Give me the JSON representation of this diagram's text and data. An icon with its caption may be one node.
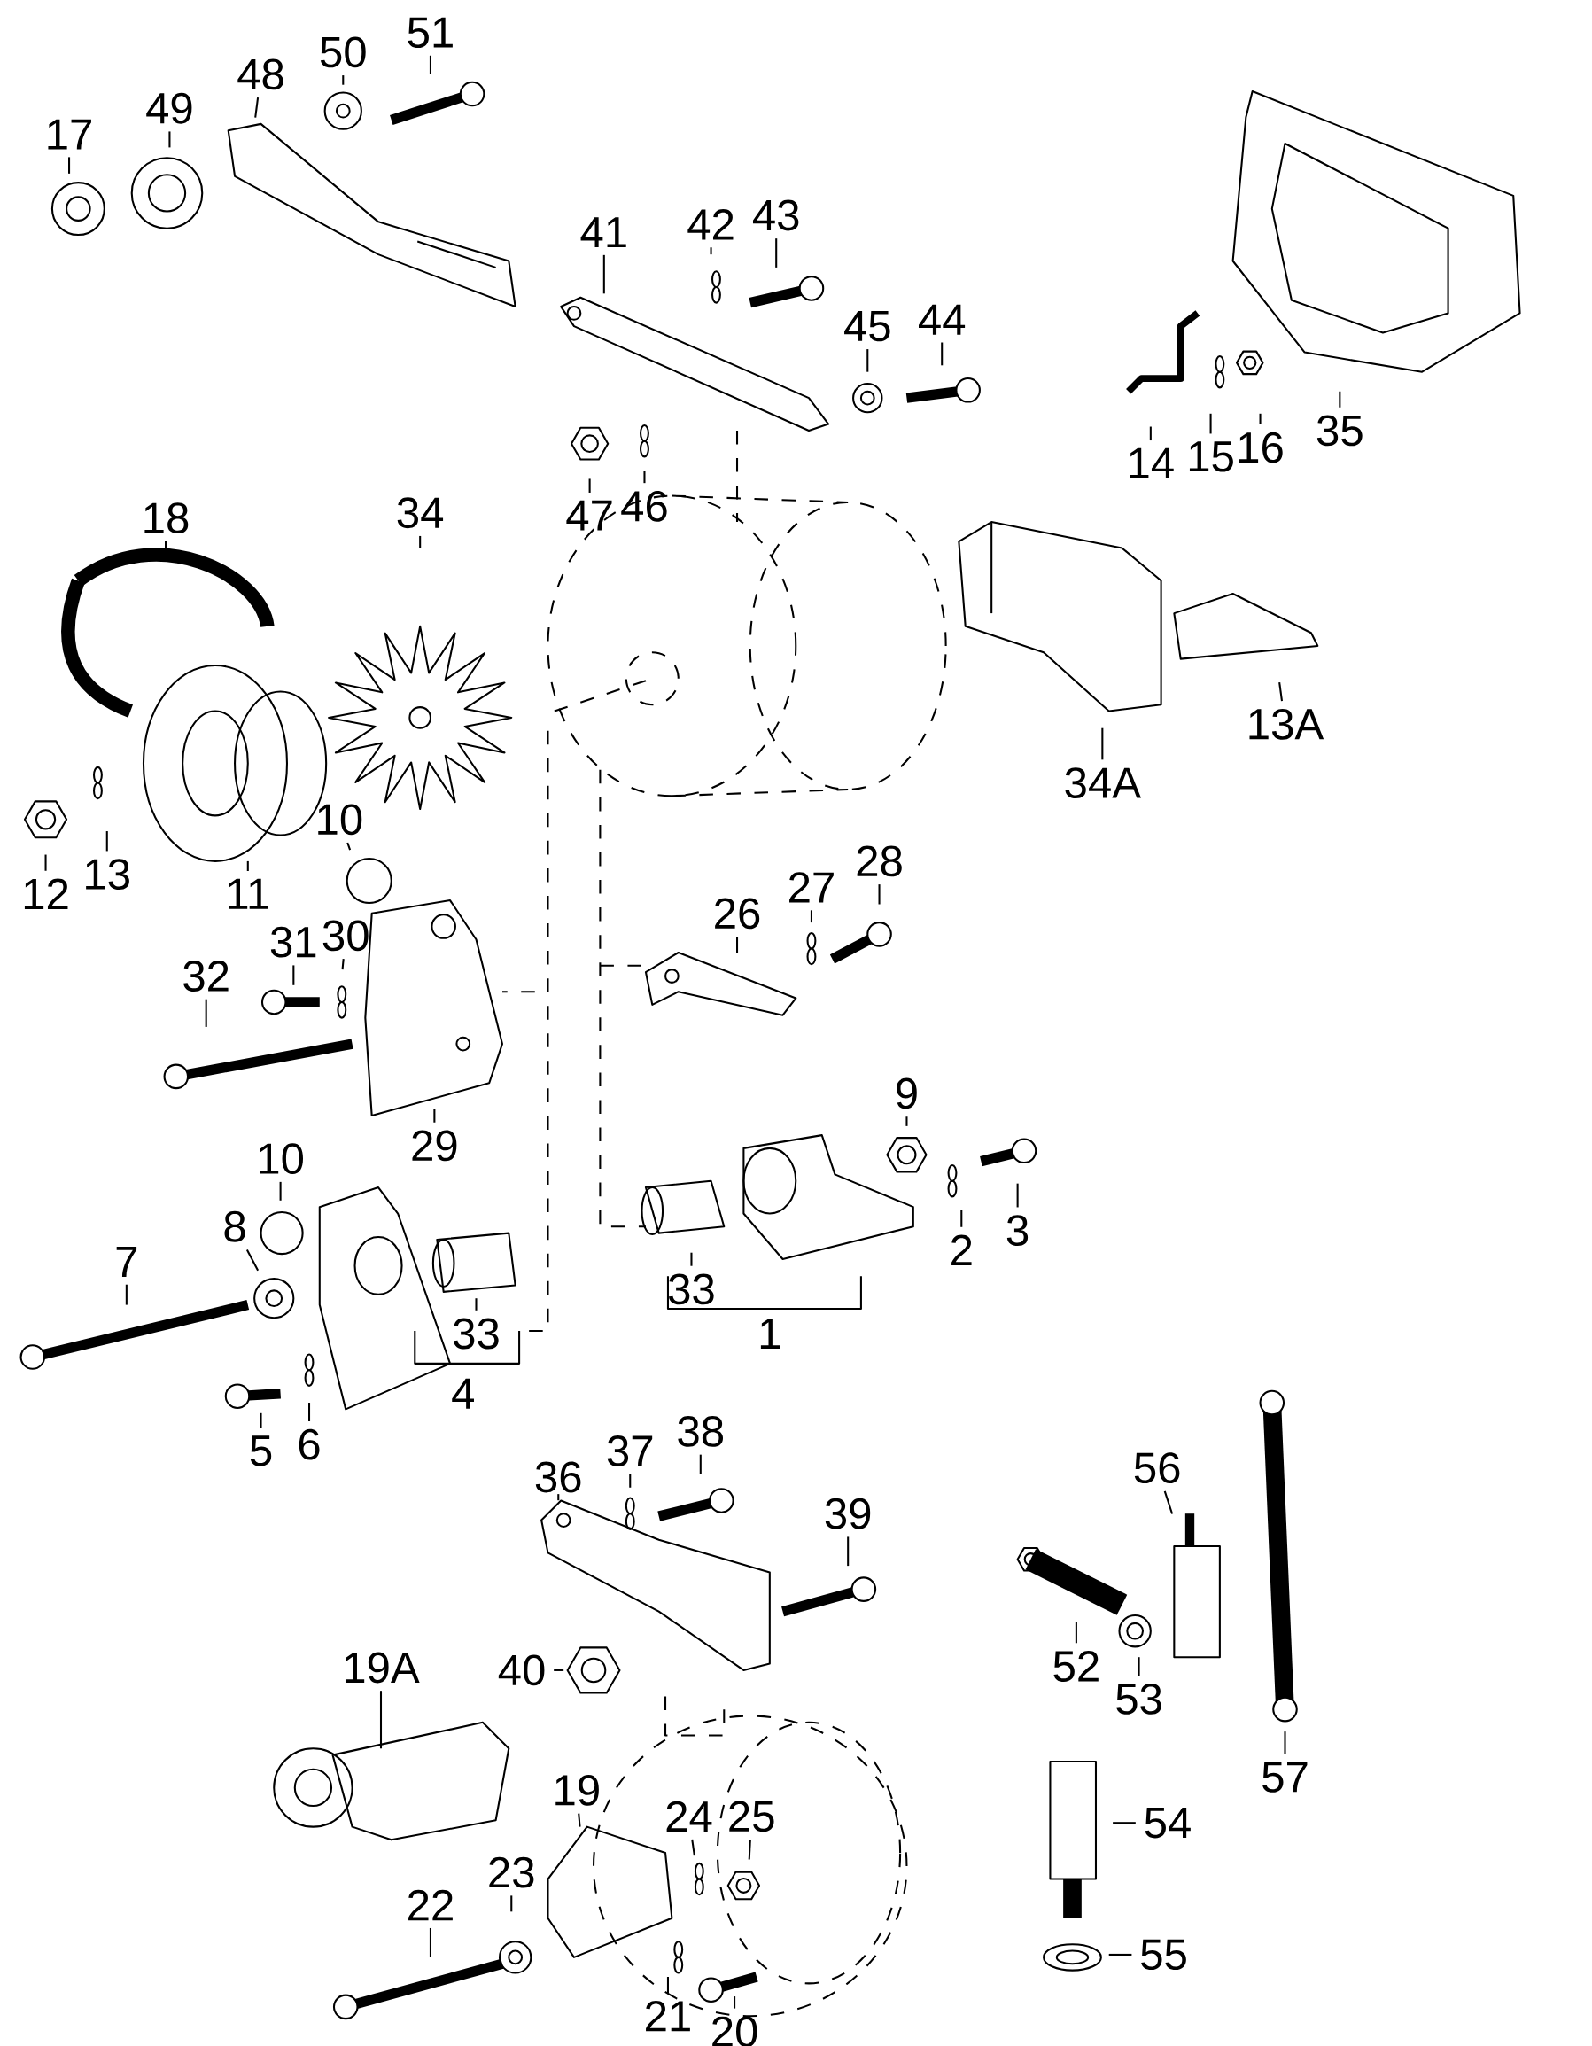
{
  "diagram": {
    "nodes": [
      {
        "text": [
          "17"
        ]
      },
      {
        "text": [
          "49"
        ]
      },
      {
        "text": [
          "48"
        ]
      },
      {
        "text": [
          "50"
        ]
      },
      {
        "text": [
          "51"
        ]
      },
      {
        "text": [
          "41"
        ]
      },
      {
        "text": [
          "42"
        ]
      },
      {
        "text": [
          "43"
        ]
      },
      {
        "text": [
          "45"
        ]
      },
      {
        "text": [
          "44"
        ]
      },
      {
        "text": [
          "35"
        ]
      },
      {
        "text": [
          "14"
        ]
      },
      {
        "text": [
          "15"
        ]
      },
      {
        "text": [
          "16"
        ]
      },
      {
        "text": [
          "47"
        ]
      },
      {
        "text": [
          "46"
        ]
      },
      {
        "text": [
          "18"
        ]
      },
      {
        "text": [
          "34"
        ]
      },
      {
        "text": [
          "34A"
        ]
      },
      {
        "text": [
          "13A"
        ]
      },
      {
        "text": [
          "12"
        ]
      },
      {
        "text": [
          "13"
        ]
      },
      {
        "text": [
          "11"
        ]
      },
      {
        "text": [
          "10"
        ]
      },
      {
        "text": [
          "28"
        ]
      },
      {
        "text": [
          "27"
        ]
      },
      {
        "text": [
          "26"
        ]
      },
      {
        "text": [
          "31"
        ]
      },
      {
        "text": [
          "30"
        ]
      },
      {
        "text": [
          "32"
        ]
      },
      {
        "text": [
          "29"
        ]
      },
      {
        "text": [
          "10"
        ]
      },
      {
        "text": [
          "9"
        ]
      },
      {
        "text": [
          "8"
        ]
      },
      {
        "text": [
          "7"
        ]
      },
      {
        "text": [
          "2"
        ]
      },
      {
        "text": [
          "3"
        ]
      },
      {
        "text": [
          "33"
        ]
      },
      {
        "text": [
          "33"
        ]
      },
      {
        "text": [
          "5"
        ]
      },
      {
        "text": [
          "6"
        ]
      },
      {
        "text": [
          "36"
        ]
      },
      {
        "text": [
          "37"
        ]
      },
      {
        "text": [
          "38"
        ]
      },
      {
        "text": [
          "39"
        ]
      },
      {
        "text": [
          "56"
        ]
      },
      {
        "text": [
          "52"
        ]
      },
      {
        "text": [
          "53"
        ]
      },
      {
        "text": [
          "57"
        ]
      },
      {
        "text": [
          "40"
        ]
      },
      {
        "text": [
          "19A"
        ]
      },
      {
        "text": [
          "54"
        ]
      },
      {
        "text": [
          "19"
        ]
      },
      {
        "text": [
          "24"
        ]
      },
      {
        "text": [
          "25"
        ]
      },
      {
        "text": [
          "22"
        ]
      },
      {
        "text": [
          "23"
        ]
      },
      {
        "text": [
          "55"
        ]
      },
      {
        "text": [
          "21"
        ]
      },
      {
        "text": [
          "20"
        ]
      }
    ],
    "edges": [
      {
        "from": 0,
        "to": null,
        "arrow": "none"
      },
      {
        "from": 1,
        "to": null,
        "arrow": "none"
      },
      {
        "from": 2,
        "to": null,
        "arrow": "none"
      },
      {
        "from": 3,
        "to": null,
        "arrow": "none"
      },
      {
        "from": 4,
        "to": null,
        "arrow": "none"
      },
      {
        "from": 5,
        "to": null,
        "arrow": "none"
      },
      {
        "from": 6,
        "to": null,
        "arrow": "none"
      },
      {
        "from": 7,
        "to": null,
        "arrow": "none"
      },
      {
        "from": 8,
        "to": null,
        "arrow": "none"
      },
      {
        "from": 9,
        "to": null,
        "arrow": "none"
      },
      {
        "from": 10,
        "to": null,
        "arrow": "none"
      },
      {
        "from": 11,
        "to": null,
        "arrow": "none"
      },
      {
        "from": 12,
        "to": null,
        "arrow": "none"
      },
      {
        "from": 13,
        "to": null,
        "arrow": "none"
      },
      {
        "from": 14,
        "to": null,
        "arrow": "none"
      },
      {
        "from": 15,
        "to": null,
        "arrow": "none"
      },
      {
        "from": 16,
        "to": null,
        "arrow": "none"
      },
      {
        "from": 17,
        "to": null,
        "arrow": "none"
      },
      {
        "from": 18,
        "to": null,
        "arrow": "none"
      },
      {
        "from": 19,
        "to": null,
        "arrow": "none"
      },
      {
        "from": 20,
        "to": null,
        "arrow": "none"
      },
      {
        "from": 21,
        "to": null,
        "arrow": "none"
      },
      {
        "from": 22,
        "to": null,
        "arrow": "none"
      },
      {
        "from": 23,
        "to": null,
        "arrow": "none"
      },
      {
        "from": 24,
        "to": null,
        "arrow": "none"
      },
      {
        "from": 25,
        "to": null,
        "arrow": "none"
      },
      {
        "from": 26,
        "to": null,
        "arrow": "none"
      },
      {
        "from": 27,
        "to": null,
        "arrow": "none"
      },
      {
        "from": 28,
        "to": null,
        "arrow": "none"
      },
      {
        "from": 29,
        "to": null,
        "arrow": "none"
      },
      {
        "from": 30,
        "to": null,
        "arrow": "none"
      },
      {
        "from": 31,
        "to": null,
        "arrow": "none"
      },
      {
        "from": 32,
        "to": null,
        "arrow": "none"
      },
      {
        "from": 33,
        "to": null,
        "arrow": "none"
      },
      {
        "from": 34,
        "to": null,
        "arrow": "none"
      },
      {
        "from": 35,
        "to": null,
        "arrow": "none"
      },
      {
        "from": 36,
        "to": null,
        "arrow": "none"
      },
      {
        "from": 37,
        "to": null,
        "arrow": "none"
      },
      {
        "from": 38,
        "to": null,
        "arrow": "none"
      },
      {
        "from": 39,
        "to": null,
        "arrow": "none"
      },
      {
        "from": 40,
        "to": null,
        "arrow": "none"
      },
      {
        "from": 41,
        "to": null,
        "arrow": "none"
      },
      {
        "from": 42,
        "to": null,
        "arrow": "none"
      },
      {
        "from": 43,
        "to": null,
        "arrow": "none"
      },
      {
        "from": 44,
        "to": null,
        "arrow": "none"
      },
      {
        "from": 45,
        "to": null,
        "arrow": "none"
      },
      {
        "from": 46,
        "to": null,
        "arrow": "none"
      },
      {
        "from": 47,
        "to": null,
        "arrow": "none"
      },
      {
        "from": 48,
        "to": null,
        "arrow": "none"
      },
      {
        "from": 49,
        "to": null,
        "arrow": "none"
      },
      {
        "from": 50,
        "to": null,
        "arrow": "none"
      },
      {
        "from": 51,
        "to": null,
        "arrow": "none"
      },
      {
        "from": 52,
        "to": null,
        "arrow": "none"
      },
      {
        "from": 53,
        "to": null,
        "arrow": "none"
      },
      {
        "from": 54,
        "to": null,
        "arrow": "none"
      },
      {
        "from": 55,
        "to": null,
        "arrow": "none"
      },
      {
        "from": 56,
        "to": null,
        "arrow": "none"
      },
      {
        "from": 57,
        "to": null,
        "arrow": "none"
      },
      {
        "from": 58,
        "to": null,
        "arrow": "none"
      },
      {
        "from": 59,
        "to": null,
        "arrow": "none"
      }
    ],
    "labels": [
      "1",
      "4"
    ]
  }
}
